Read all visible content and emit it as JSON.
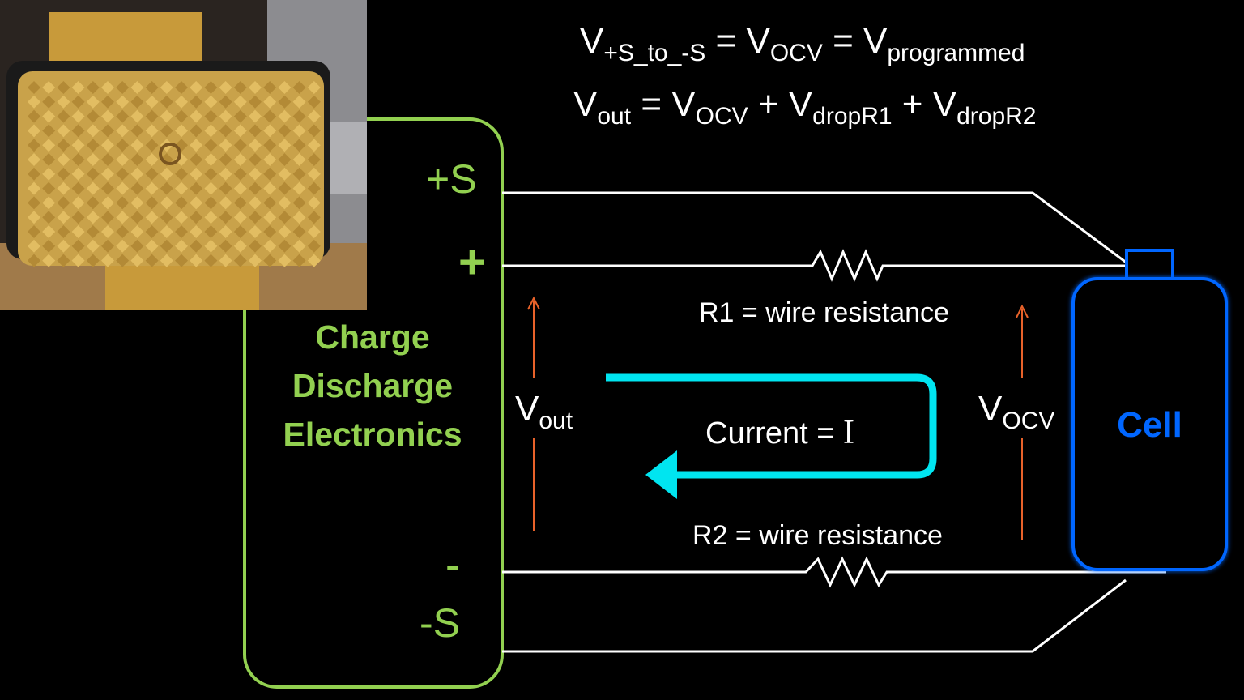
{
  "equations": {
    "line1": {
      "v1": "V",
      "v1_sub": "+S_to_-S",
      "eq1": "=",
      "v2": "V",
      "v2_sub": "OCV",
      "eq2": "=",
      "v3": "V",
      "v3_sub": "programmed"
    },
    "line2": {
      "v1": "V",
      "v1_sub": "out",
      "eq1": "=",
      "v2": "V",
      "v2_sub": "OCV",
      "plus1": "+",
      "v3": "V",
      "v3_sub": "dropR1",
      "plus2": "+",
      "v4": "V",
      "v4_sub": "dropR2"
    }
  },
  "electronics": {
    "label_line1": "Charge",
    "label_line2": "Discharge",
    "label_line3": "Electronics",
    "terminal_plus_sense": "+S",
    "terminal_plus": "+",
    "terminal_minus": "-",
    "terminal_minus_sense": "-S"
  },
  "labels": {
    "r1": "R1 = wire resistance",
    "r2": "R2 = wire resistance",
    "vout": "V",
    "vout_sub": "out",
    "vocv": "V",
    "vocv_sub": "OCV",
    "current": "Current = ",
    "current_symbol": "I"
  },
  "cell": {
    "label": "Cell"
  },
  "photo": {
    "description_icon": "gold-pin-fixture-photo"
  },
  "colors": {
    "background": "#000000",
    "electronics": "#92D050",
    "wire": "#FFFFFF",
    "cell": "#0066FF",
    "current_arrow": "#00E5F0",
    "voltage_arrow": "#E8622A",
    "gold": "#C9A24A"
  }
}
